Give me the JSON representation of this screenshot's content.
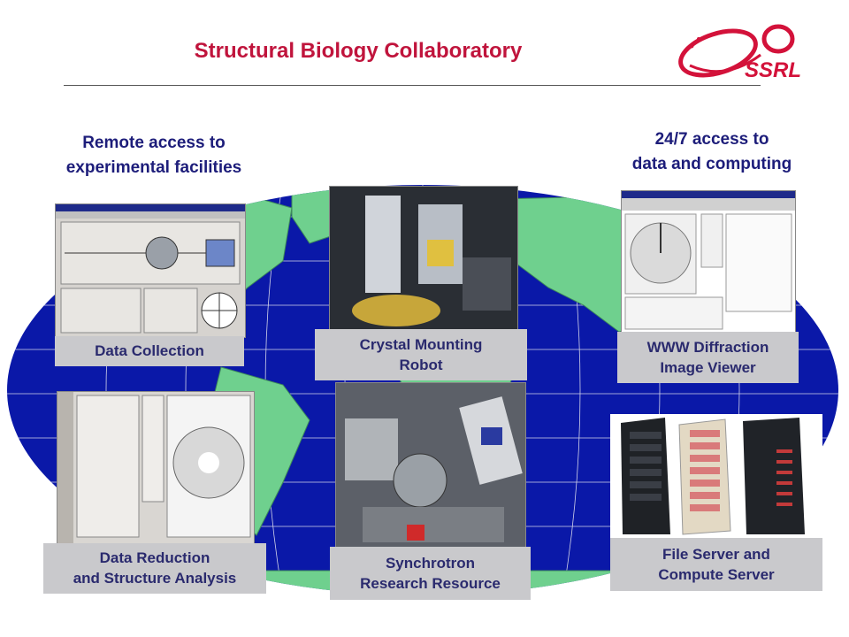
{
  "page": {
    "title": "Structural Biology Collaboratory",
    "logo_text": "SSRL"
  },
  "headings": {
    "left_line1": "Remote access to",
    "left_line2": "experimental facilities",
    "right_line1": "24/7 access to",
    "right_line2": "data and computing"
  },
  "panels": {
    "data_collection": "Data Collection",
    "crystal_robot_line1": "Crystal Mounting",
    "crystal_robot_line2": "Robot",
    "www_viewer_line1": "WWW Diffraction",
    "www_viewer_line2": "Image Viewer",
    "data_reduction_line1": "Data Reduction",
    "data_reduction_line2": "and Structure Analysis",
    "synchrotron_line1": "Synchrotron",
    "synchrotron_line2": "Research Resource",
    "file_server_line1": "File Server and",
    "file_server_line2": "Compute Server"
  },
  "colors": {
    "title": "#c0143c",
    "heading": "#1d1d7a",
    "ocean": "#0a18a8",
    "land": "#6fd08e",
    "panel_bg": "#c9c9cc"
  },
  "icons": {
    "logo": "ssrl-ring-logo",
    "map": "world-map"
  }
}
